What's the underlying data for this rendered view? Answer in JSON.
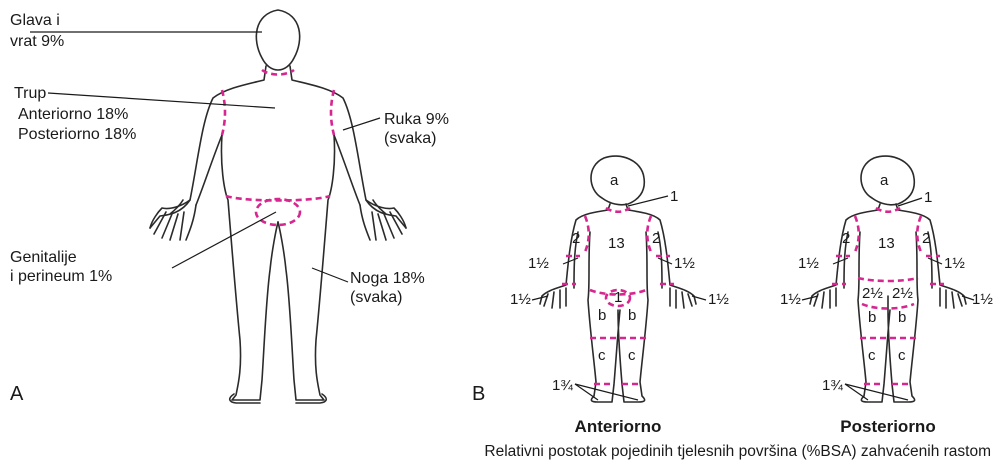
{
  "panel_a": {
    "letter": "A",
    "head_neck": {
      "line1": "Glava i",
      "line2": "vrat 9%"
    },
    "trunk": {
      "title": "Trup",
      "anterior": "Anteriorno 18%",
      "posterior": "Posteriorno 18%"
    },
    "arm": {
      "line1": "Ruka 9%",
      "line2": "(svaka)"
    },
    "genitalia": {
      "line1": "Genitalije",
      "line2": "i perineum 1%"
    },
    "leg": {
      "line1": "Noga 18%",
      "line2": "(svaka)"
    }
  },
  "panel_b": {
    "letter": "B",
    "anterior": {
      "title": "Anteriorno",
      "head": "a",
      "neck": "1",
      "trunk": "13",
      "upper_arm_left": "2",
      "upper_arm_right": "2",
      "forearm_left": "1½",
      "forearm_right": "1½",
      "hand_left": "1½",
      "hand_right": "1½",
      "genitalia": "1",
      "thigh_left": "b",
      "thigh_right": "b",
      "leg_left": "c",
      "leg_right": "c",
      "foot": "1¾"
    },
    "posterior": {
      "title": "Posteriorno",
      "head": "a",
      "neck": "1",
      "trunk": "13",
      "upper_arm_left": "2",
      "upper_arm_right": "2",
      "forearm_left": "1½",
      "forearm_right": "1½",
      "hand_left": "1½",
      "hand_right": "1½",
      "buttock_left": "2½",
      "buttock_right": "2½",
      "thigh_left": "b",
      "thigh_right": "b",
      "leg_left": "c",
      "leg_right": "c",
      "foot": "1¾"
    }
  },
  "caption": "Relativni postotak pojedinih tjelesnih površina (%BSA) zahvaćenih rastom",
  "colors": {
    "region_boundary": "#d6268f",
    "outline": "#2b2b2b"
  }
}
